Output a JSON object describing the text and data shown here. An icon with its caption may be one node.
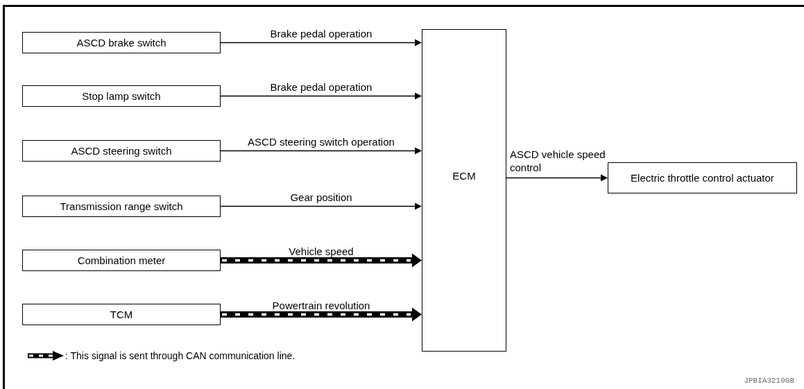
{
  "diagram": {
    "nodes": [
      {
        "text": [
          "ASCD brake switch"
        ]
      },
      {
        "text": [
          "Stop lamp switch"
        ]
      },
      {
        "text": [
          "ASCD steering switch"
        ]
      },
      {
        "text": [
          "Transmission range switch"
        ]
      },
      {
        "text": [
          "Combination meter"
        ]
      },
      {
        "text": [
          "TCM"
        ]
      },
      {
        "text": [
          "ECM"
        ]
      },
      {
        "text": [
          "Electric throttle control actuator"
        ]
      }
    ],
    "edges": [
      {
        "from": 0,
        "to": 6,
        "arrow": "to",
        "label": "Brake pedal operation"
      },
      {
        "from": 1,
        "to": 6,
        "arrow": "to",
        "label": "Brake pedal operation"
      },
      {
        "from": 2,
        "to": 6,
        "arrow": "to",
        "label": "ASCD steering switch operation"
      },
      {
        "from": 3,
        "to": 6,
        "arrow": "to",
        "label": "Gear position"
      },
      {
        "from": 4,
        "to": 6,
        "arrow": "to",
        "label": "Vehicle speed",
        "style": "thick"
      },
      {
        "from": 5,
        "to": 6,
        "arrow": "to",
        "label": "Powertrain revolution",
        "style": "thick"
      },
      {
        "from": 6,
        "to": 7,
        "arrow": "to",
        "label": "ASCD vehicle speed control"
      }
    ],
    "labels": [
      "JPBIA3210GB"
    ],
    "legend": [
      {
        "text": ": This signal is sent through CAN communication line."
      }
    ]
  }
}
